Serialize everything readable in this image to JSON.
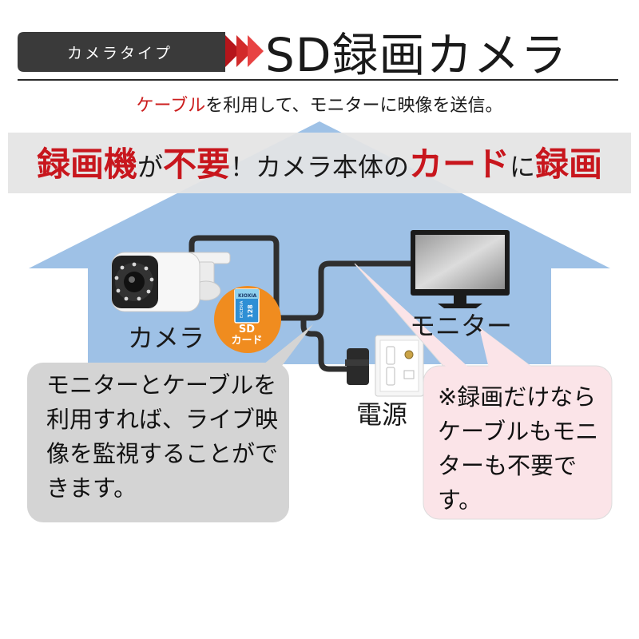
{
  "header": {
    "type_tag": "カメラタイプ",
    "title": "SD録画カメラ"
  },
  "subtitle": {
    "part1": "ケーブル",
    "part2": "を利用して、モニターに映像を送信。"
  },
  "banner": {
    "part1": "録画機",
    "part2": "が",
    "part3": "不要",
    "part4": "！カメラ本体の",
    "part5": "カード",
    "part6": "に",
    "part7": "録画"
  },
  "devices": {
    "camera": "カメラ",
    "monitor": "モニター",
    "power": "電源"
  },
  "sd_card": {
    "line1": "SD",
    "line2": "カード",
    "brand": "KIOXIA",
    "series": "EXCERIA",
    "capacity": "128"
  },
  "bubbles": {
    "left": "モニターとケーブルを利用すれば、ライブ映像を監視することができます。",
    "right": "※録画だけならケーブルもモニターも不要です。"
  },
  "colors": {
    "accent_red": "#c8161d",
    "house_blue": "#9ec1e6",
    "sd_orange": "#f08c1f",
    "left_bubble": "#d4d4d4",
    "right_bubble": "#fbe4e8"
  }
}
